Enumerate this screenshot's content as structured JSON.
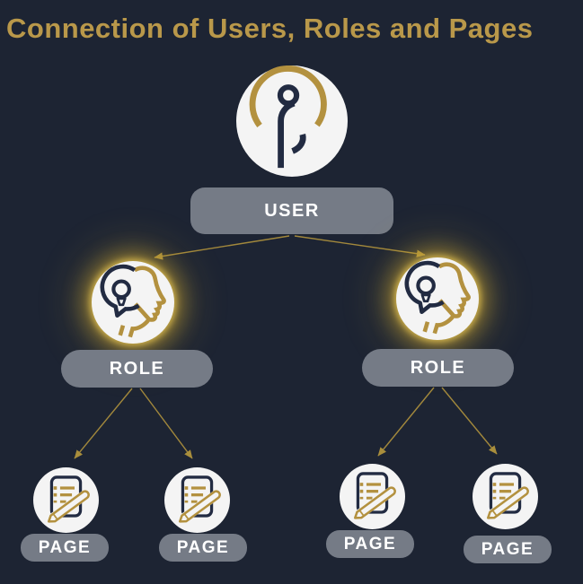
{
  "title": "Connection of Users, Roles and Pages",
  "colors": {
    "background": "#1d2433",
    "title_gold": "#b9984a",
    "icon_gold": "#b3913f",
    "icon_navy": "#222b42",
    "node_circle_fill": "#f4f4f4",
    "label_pill_gray": "#757b86",
    "label_text": "#ffffff",
    "arrow_gold": "#a2883c",
    "role_glow": "#d4b045"
  },
  "diagram": {
    "user": {
      "label": "USER",
      "icon": "person-icon"
    },
    "roles": [
      {
        "label": "ROLE",
        "icon": "head-idea-icon"
      },
      {
        "label": "ROLE",
        "icon": "head-idea-icon"
      }
    ],
    "pages": [
      {
        "label": "PAGE",
        "icon": "document-edit-icon"
      },
      {
        "label": "PAGE",
        "icon": "document-edit-icon"
      },
      {
        "label": "PAGE",
        "icon": "document-edit-icon"
      },
      {
        "label": "PAGE",
        "icon": "document-edit-icon"
      }
    ],
    "connections": [
      "USER→ROLE",
      "USER→ROLE",
      "ROLE→PAGE",
      "ROLE→PAGE",
      "ROLE→PAGE",
      "ROLE→PAGE"
    ]
  }
}
